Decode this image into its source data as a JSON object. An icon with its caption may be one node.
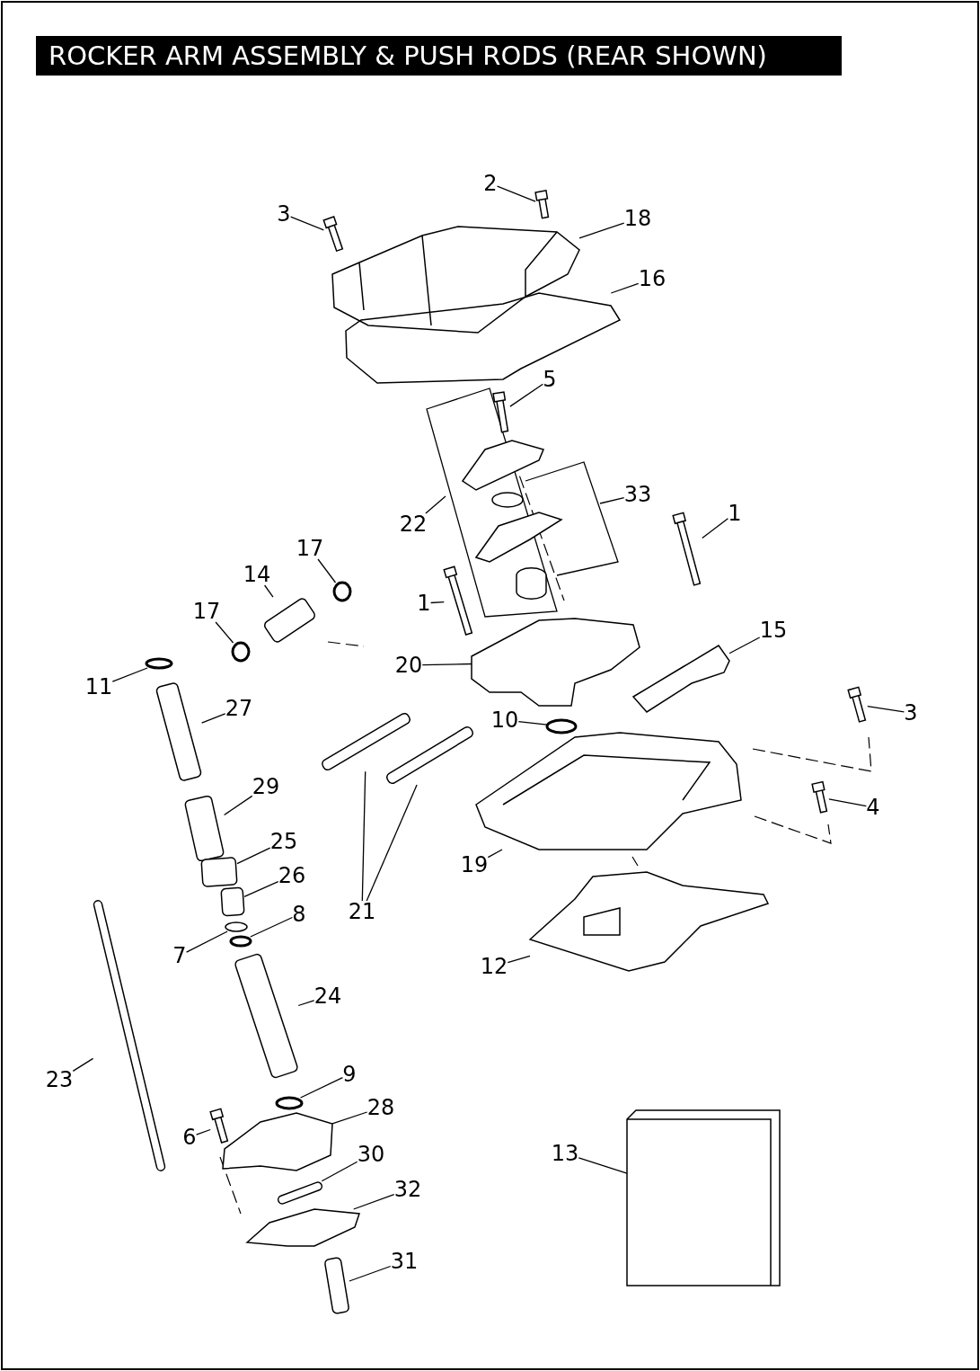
{
  "diagram": {
    "title": "ROCKER ARM ASSEMBLY & PUSH RODS (REAR SHOWN)",
    "nodes": [
      {
        "text": [
          "3"
        ]
      },
      {
        "text": [],
        "shape": "bar"
      },
      {
        "text": [
          "2"
        ]
      },
      {
        "text": [],
        "shape": "bar"
      },
      {
        "text": [
          "18"
        ]
      },
      {
        "text": [],
        "shape": "picture"
      },
      {
        "text": [
          "16"
        ]
      },
      {
        "text": [],
        "shape": "picture"
      },
      {
        "text": [
          "5"
        ]
      },
      {
        "text": [],
        "shape": "bar"
      },
      {
        "text": [
          "33"
        ]
      },
      {
        "text": [
          "22"
        ]
      },
      {
        "text": [
          "1"
        ]
      },
      {
        "text": [],
        "shape": "bar"
      },
      {
        "text": [
          "17"
        ]
      },
      {
        "text": [],
        "shape": "circle"
      },
      {
        "text": [
          "14"
        ]
      },
      {
        "text": [],
        "shape": "bar"
      },
      {
        "text": [
          "17"
        ]
      },
      {
        "text": [],
        "shape": "circle"
      },
      {
        "text": [
          "1"
        ]
      },
      {
        "text": [],
        "shape": "bar"
      },
      {
        "text": [
          "15"
        ]
      },
      {
        "text": [],
        "shape": "picture"
      },
      {
        "text": [
          "20"
        ]
      },
      {
        "text": [],
        "shape": "picture"
      },
      {
        "text": [
          "11"
        ]
      },
      {
        "text": [],
        "shape": "circle"
      },
      {
        "text": [
          "27"
        ]
      },
      {
        "text": [],
        "shape": "bar"
      },
      {
        "text": [
          "3"
        ]
      },
      {
        "text": [],
        "shape": "bar"
      },
      {
        "text": [
          "10"
        ]
      },
      {
        "text": [],
        "shape": "circle"
      },
      {
        "text": [
          "29"
        ]
      },
      {
        "text": [],
        "shape": "cylinder"
      },
      {
        "text": [
          "4"
        ]
      },
      {
        "text": [],
        "shape": "bar"
      },
      {
        "text": [
          "25"
        ]
      },
      {
        "text": [],
        "shape": "cylinder"
      },
      {
        "text": [
          "19"
        ]
      },
      {
        "text": [],
        "shape": "picture"
      },
      {
        "text": [
          "26"
        ]
      },
      {
        "text": [],
        "shape": "cylinder"
      },
      {
        "text": [
          "21"
        ]
      },
      {
        "text": [],
        "shape": "bar"
      },
      {
        "text": [],
        "shape": "bar"
      },
      {
        "text": [
          "8"
        ]
      },
      {
        "text": [],
        "shape": "circle"
      },
      {
        "text": [
          "7"
        ]
      },
      {
        "text": [],
        "shape": "circle"
      },
      {
        "text": [
          "12"
        ]
      },
      {
        "text": [],
        "shape": "picture"
      },
      {
        "text": [
          "24"
        ]
      },
      {
        "text": [],
        "shape": "bar"
      },
      {
        "text": [
          "23"
        ]
      },
      {
        "text": [],
        "shape": "bar"
      },
      {
        "text": [
          "9"
        ]
      },
      {
        "text": [],
        "shape": "circle"
      },
      {
        "text": [
          "28"
        ]
      },
      {
        "text": [],
        "shape": "picture"
      },
      {
        "text": [
          "6"
        ]
      },
      {
        "text": [],
        "shape": "bar"
      },
      {
        "text": [
          "30"
        ]
      },
      {
        "text": [],
        "shape": "bar"
      },
      {
        "text": [
          "13"
        ]
      },
      {
        "text": [],
        "shape": "box"
      },
      {
        "text": [
          "32"
        ]
      },
      {
        "text": [],
        "shape": "picture"
      },
      {
        "text": [
          "31"
        ]
      },
      {
        "text": [],
        "shape": "cylinder"
      }
    ],
    "edges": [
      {
        "from": 0,
        "to": 1,
        "arrow": "none"
      },
      {
        "from": 2,
        "to": 3,
        "arrow": "none"
      },
      {
        "from": 4,
        "to": 5,
        "arrow": "none"
      },
      {
        "from": 6,
        "to": 7,
        "arrow": "none"
      },
      {
        "from": 8,
        "to": 9,
        "arrow": "none"
      },
      {
        "from": 10,
        "to": null,
        "arrow": "none"
      },
      {
        "from": 11,
        "to": null,
        "arrow": "none"
      },
      {
        "from": 12,
        "to": 13,
        "arrow": "none"
      },
      {
        "from": 14,
        "to": 15,
        "arrow": "none"
      },
      {
        "from": 16,
        "to": 17,
        "arrow": "none"
      },
      {
        "from": 18,
        "to": 19,
        "arrow": "none"
      },
      {
        "from": 20,
        "to": 21,
        "arrow": "none"
      },
      {
        "from": 22,
        "to": 23,
        "arrow": "none"
      },
      {
        "from": 24,
        "to": 25,
        "arrow": "none"
      },
      {
        "from": 26,
        "to": 27,
        "arrow": "none"
      },
      {
        "from": 28,
        "to": 29,
        "arrow": "none"
      },
      {
        "from": 30,
        "to": 31,
        "arrow": "none"
      },
      {
        "from": 32,
        "to": 33,
        "arrow": "none"
      },
      {
        "from": 34,
        "to": 35,
        "arrow": "none"
      },
      {
        "from": 36,
        "to": 37,
        "arrow": "none"
      },
      {
        "from": 38,
        "to": 39,
        "arrow": "none"
      },
      {
        "from": 40,
        "to": 41,
        "arrow": "none"
      },
      {
        "from": 42,
        "to": 43,
        "arrow": "none"
      },
      {
        "from": 44,
        "to": 45,
        "arrow": "none"
      },
      {
        "from": 44,
        "to": 46,
        "arrow": "none"
      },
      {
        "from": 47,
        "to": 48,
        "arrow": "none"
      },
      {
        "from": 49,
        "to": 50,
        "arrow": "none"
      },
      {
        "from": 51,
        "to": 52,
        "arrow": "none"
      },
      {
        "from": 53,
        "to": 54,
        "arrow": "none"
      },
      {
        "from": 55,
        "to": 56,
        "arrow": "none"
      },
      {
        "from": 57,
        "to": 58,
        "arrow": "none"
      },
      {
        "from": 59,
        "to": 60,
        "arrow": "none"
      },
      {
        "from": 61,
        "to": 62,
        "arrow": "none"
      },
      {
        "from": 63,
        "to": 64,
        "arrow": "none"
      },
      {
        "from": 65,
        "to": 66,
        "arrow": "none"
      },
      {
        "from": 67,
        "to": 68,
        "arrow": "none"
      },
      {
        "from": 69,
        "to": 70,
        "arrow": "none"
      }
    ]
  }
}
